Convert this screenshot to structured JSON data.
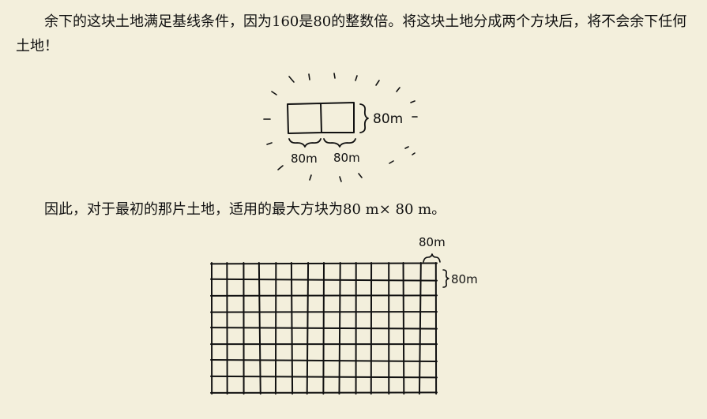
{
  "paragraph1": "余下的这块土地满足基线条件，因为160是80的整数倍。将这块土地分成两个方块后，将不会余下任何土地！",
  "paragraph2": "因此，对于最初的那片土地，适用的最大方块为80 m× 80 m。",
  "figure1": {
    "height_label": "80m",
    "width_labels": [
      "80m",
      "80m"
    ]
  },
  "figure2": {
    "top_label": "80m",
    "side_label": "80m"
  }
}
